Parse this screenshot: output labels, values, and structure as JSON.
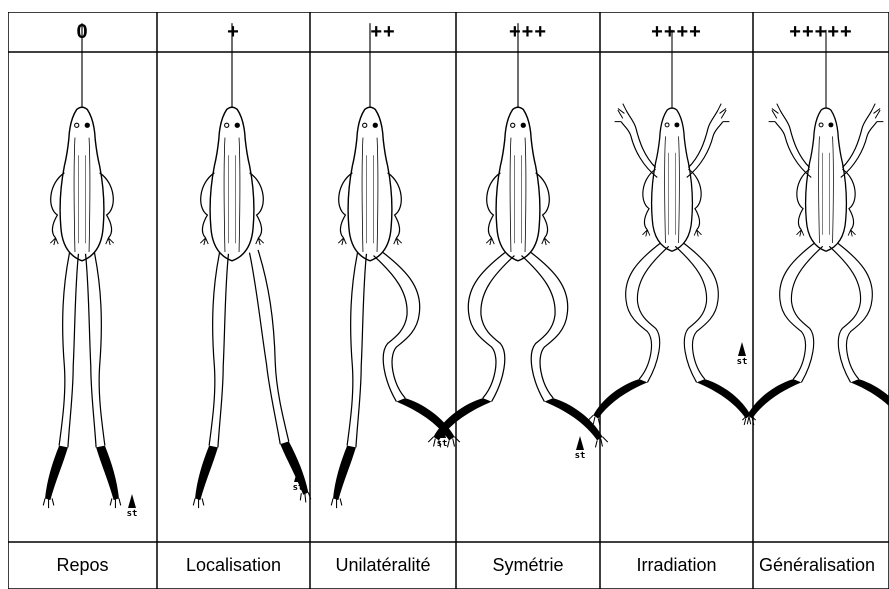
{
  "stimulus_label": "st",
  "columns": [
    {
      "score": "0",
      "label": "Repos"
    },
    {
      "score": "+",
      "label": "Localisation"
    },
    {
      "score": "++",
      "label": "Unilatéralité"
    },
    {
      "score": "+++",
      "label": "Symétrie"
    },
    {
      "score": "++++",
      "label": "Irradiation"
    },
    {
      "score": "+++++",
      "label": "Généralisation"
    }
  ],
  "colors": {
    "line": "#000000",
    "background": "#ffffff"
  }
}
